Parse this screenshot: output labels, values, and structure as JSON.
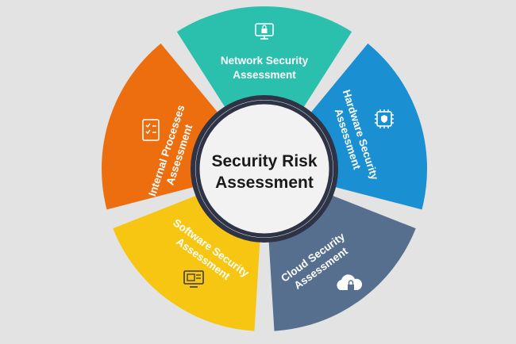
{
  "center": {
    "line1": "Security Risk",
    "line2": "Assessment"
  },
  "segments": [
    {
      "id": "network",
      "line1": "Network Security",
      "line2": "Assessment",
      "color": "#2bbfae",
      "icon": "monitor-lock-icon"
    },
    {
      "id": "hardware",
      "line1": "Hardware Security",
      "line2": "Assessment",
      "color": "#1a8fd2",
      "icon": "chip-shield-icon"
    },
    {
      "id": "cloud",
      "line1": "Cloud Security",
      "line2": "Assessment",
      "color": "#566f8f",
      "icon": "cloud-lock-icon"
    },
    {
      "id": "software",
      "line1": "Software Security",
      "line2": "Assessment",
      "color": "#f6c613",
      "icon": "computer-window-icon"
    },
    {
      "id": "internal",
      "line1": "Internal Processes",
      "line2": "Assessment",
      "color": "#ec6e0e",
      "icon": "checklist-icon"
    }
  ]
}
